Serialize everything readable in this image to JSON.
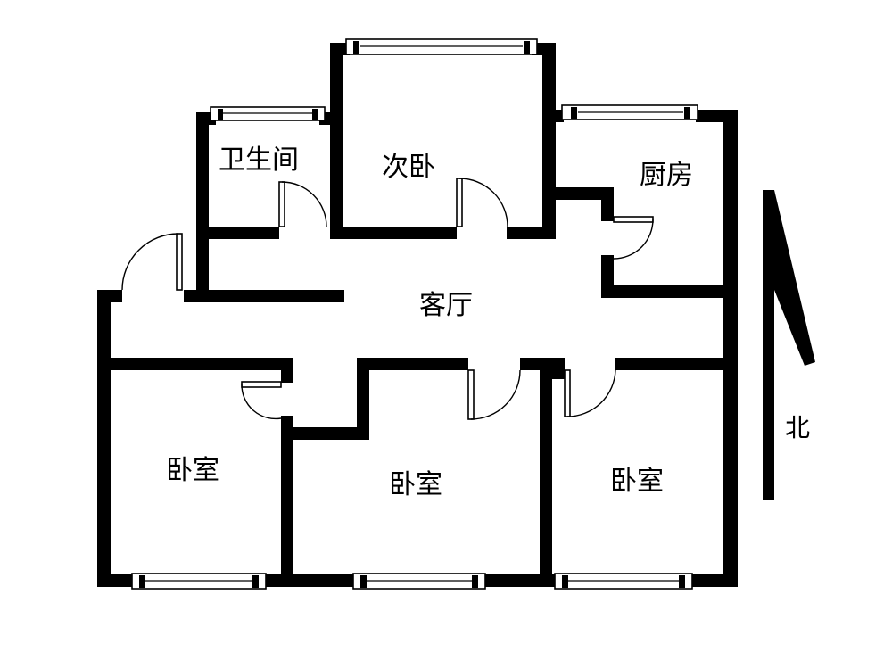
{
  "rooms": {
    "bathroom": "卫生间",
    "second_bedroom": "次卧",
    "kitchen": "厨房",
    "living_room": "客厅",
    "bedroom_left": "卧室",
    "bedroom_middle": "卧室",
    "bedroom_right": "卧室"
  },
  "compass": {
    "north_label": "北"
  },
  "colors": {
    "wall": "#000000",
    "background": "#ffffff"
  }
}
